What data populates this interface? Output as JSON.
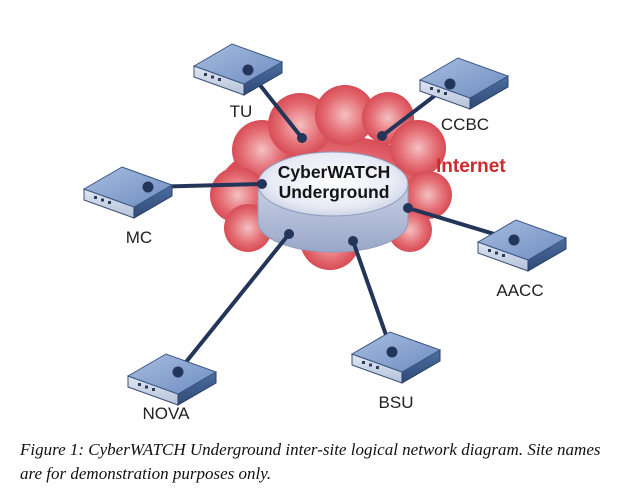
{
  "hub": {
    "label_line1": "CyberWATCH",
    "label_line2": "Underground"
  },
  "cloud": {
    "label": "Internet"
  },
  "sites": [
    {
      "id": "tu",
      "label": "TU"
    },
    {
      "id": "ccbc",
      "label": "CCBC"
    },
    {
      "id": "mc",
      "label": "MC"
    },
    {
      "id": "aacc",
      "label": "AACC"
    },
    {
      "id": "nova",
      "label": "NOVA"
    },
    {
      "id": "bsu",
      "label": "BSU"
    }
  ],
  "caption": "Figure 1: CyberWATCH Underground inter-site logical network diagram. Site names are for demonstration purposes only.",
  "colors": {
    "link": "#233558",
    "device_top": "#7e9bcb",
    "device_side": "#43628f",
    "cloud": "#d9474f",
    "hub_top": "#e6e9f4",
    "internet_text": "#cc2b2b"
  }
}
